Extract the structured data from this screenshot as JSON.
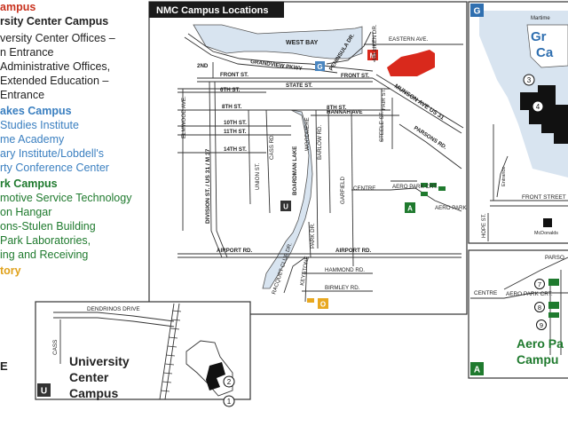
{
  "legend": {
    "lines": [
      {
        "text": "ampus",
        "style": "red"
      },
      {
        "text": "rsity Center Campus",
        "style": "head"
      },
      {
        "text": "versity Center Offices –",
        "style": "black"
      },
      {
        "text": "n Entrance",
        "style": "black"
      },
      {
        "text": "Administrative Offices,",
        "style": "black"
      },
      {
        "text": "Extended Education –",
        "style": "black"
      },
      {
        "text": "Entrance",
        "style": "black"
      },
      {
        "text": "akes Campus",
        "style": "blue-b"
      },
      {
        "text": "Studies Institute",
        "style": "blue"
      },
      {
        "text": "me Academy",
        "style": "blue"
      },
      {
        "text": "ary Institute/Lobdell's",
        "style": "blue"
      },
      {
        "text": "rty Conference Center",
        "style": "blue"
      },
      {
        "text": "rk Campus",
        "style": "green-b"
      },
      {
        "text": "motive Service Technology",
        "style": "green"
      },
      {
        "text": "on Hangar",
        "style": "green"
      },
      {
        "text": "ons-Stulen Building",
        "style": "green"
      },
      {
        "text": "Park Laboratories,",
        "style": "green"
      },
      {
        "text": "ing and Receiving",
        "style": "green"
      },
      {
        "text": "tory",
        "style": "orange"
      }
    ],
    "stray_letter": "E"
  },
  "main_map": {
    "title": "NMC Campus Locations",
    "water": {
      "bay": "WEST BAY",
      "lake": "BOARDMAN LAKE"
    },
    "streets": {
      "eastern": "EASTERN AVE.",
      "grandview": "GRANDVIEW PKWY",
      "peninsula": "PENINSULA DR.",
      "milliken": "MILLIKEN DR.",
      "second": "2ND",
      "front": "FRONT ST.",
      "front2": "FRONT ST.",
      "sixth": "6TH ST.",
      "state": "STATE ST.",
      "eighth": "8TH ST.",
      "eighth2": "8TH ST.",
      "munson": "MUNSON AVE US 31",
      "elmwood": "ELMWOOD AVE.",
      "tenth": "10TH ST.",
      "eleventh": "11TH ST.",
      "fourteenth": "14TH ST.",
      "hannah": "HANNAH AVE",
      "fair": "FAIR ST.",
      "steele": "STEELE ST.",
      "parsons": "PARSONS RD.",
      "division": "DIVISION ST. / US 31 / M 37",
      "union": "UNION ST.",
      "cass": "CASS RD.",
      "woodmere": "WOODMERE",
      "barlow": "BARLOW RD.",
      "garfield": "GARFIELD",
      "centre": "CENTRE",
      "aeropark": "AERO PARK CRT.",
      "aeroparkdr": "AERO PARK DR.",
      "park": "PARK DR.",
      "airport1": "AIRPORT RD.",
      "airport2": "AIRPORT RD.",
      "racquet": "RACQUET CLUB DR.",
      "keystone": "KEYSTONE",
      "hammond": "HAMMOND RD.",
      "birmley": "BIRMLEY RD."
    },
    "markers": {
      "g": "G",
      "m": "M",
      "u": "U",
      "a": "A",
      "o": "O"
    }
  },
  "great_lakes_panel": {
    "badge": "G",
    "campus_label_line1": "Gr",
    "campus_label_line2": "Ca",
    "street_top": "Martime",
    "street_front": "FRONT STREET",
    "street_hope": "HOPE ST.",
    "entrance": "Entrance",
    "mcdonalds": "McDonalds",
    "num3": "3",
    "num4": "4"
  },
  "aero_park_panel": {
    "badge": "A",
    "campus_label_line1": "Aero Pa",
    "campus_label_line2": "Campu",
    "street_parsons": "PARSO",
    "street_centre": "CENTRE",
    "street_court": "AERO PARK CRT.",
    "num7": "7",
    "num8": "8",
    "num9": "9"
  },
  "university_panel": {
    "badge": "U",
    "campus_label": [
      "University",
      "Center",
      "Campus"
    ],
    "street_dendrinos": "DENDRINOS DRIVE",
    "street_cass": "CASS",
    "num1": "1",
    "num2": "2"
  },
  "colors": {
    "water": "#d8e4f0",
    "panel_border": "#333333",
    "green_marker": "#1f7a2e",
    "red_building": "#d9291c",
    "orange_marker": "#e8a820",
    "blue_marker": "#4a86c0",
    "campus_blue_text": "#2f6fb0",
    "campus_green_text": "#1f7a2e"
  }
}
